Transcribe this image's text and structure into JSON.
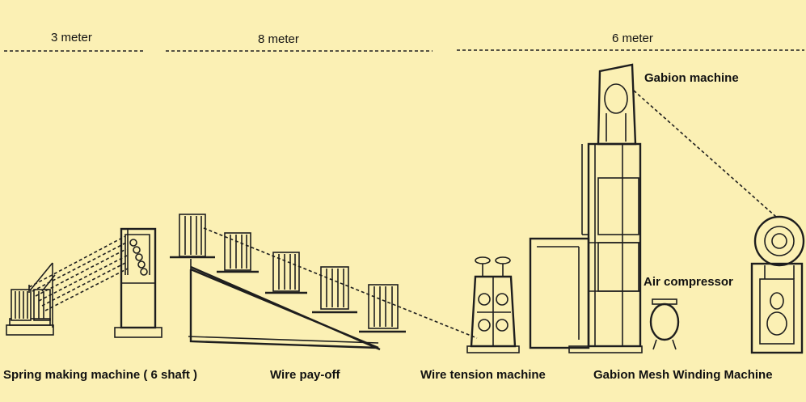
{
  "dimensions": {
    "section_1": "3 meter",
    "section_2": "8 meter",
    "section_3": "6 meter"
  },
  "machines": {
    "spring_making": "Spring making machine ( 6 shaft )",
    "wire_payoff": "Wire pay-off",
    "wire_tension": "Wire tension machine",
    "gabion_winding": "Gabion Mesh Winding Machine",
    "gabion_machine": "Gabion machine",
    "air_compressor": "Air compressor"
  },
  "colors": {
    "background": "#fbf0b4",
    "ink": "#1e1e1e"
  }
}
